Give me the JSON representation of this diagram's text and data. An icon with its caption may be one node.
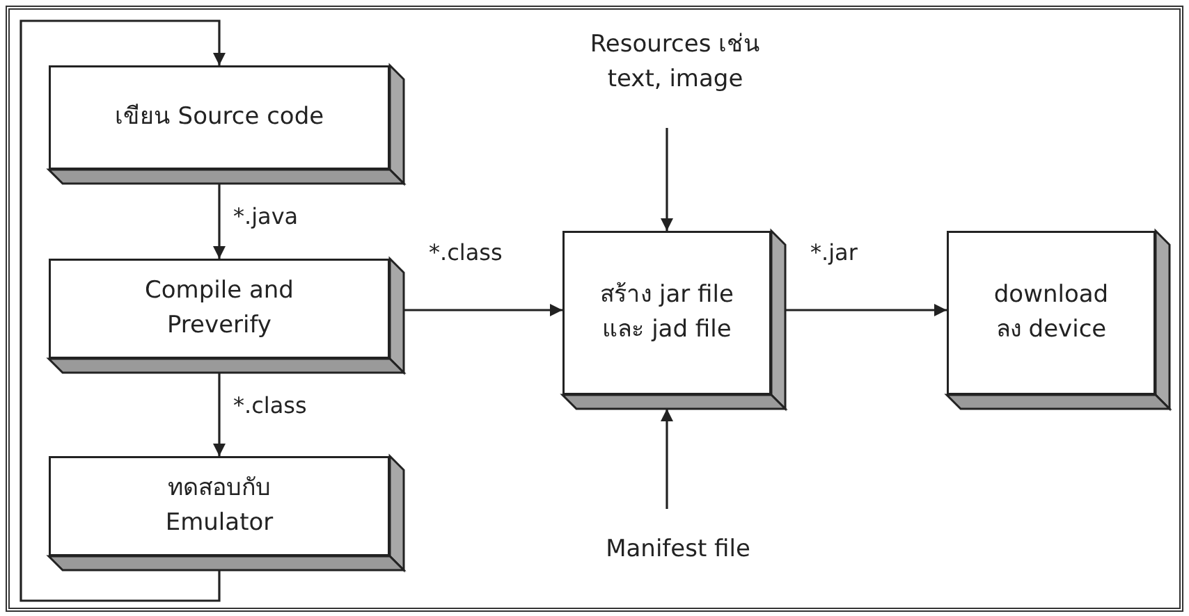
{
  "diagram": {
    "nodes": [
      {
        "text": [
          "เขียน Source code"
        ]
      },
      {
        "text": [
          "Compile and Preverify"
        ]
      },
      {
        "text": [
          "ทดสอบกับ Emulator"
        ]
      },
      {
        "text": [
          "สร้าง jar file และ jad file"
        ]
      },
      {
        "text": [
          "download ลง device"
        ]
      },
      {
        "text": [
          "Resources เช่น text, image"
        ]
      },
      {
        "text": [
          "Manifest file"
        ]
      }
    ],
    "edges": [
      {
        "from": 0,
        "to": 1,
        "arrow": "to",
        "label": "*.java"
      },
      {
        "from": 1,
        "to": 2,
        "arrow": "to",
        "label": "*.class"
      },
      {
        "from": 2,
        "to": 0,
        "arrow": "to"
      },
      {
        "from": 1,
        "to": 3,
        "arrow": "to",
        "label": "*.class"
      },
      {
        "from": 5,
        "to": 3,
        "arrow": "to"
      },
      {
        "from": 6,
        "to": 3,
        "arrow": "to"
      },
      {
        "from": 3,
        "to": 4,
        "arrow": "to",
        "label": "*.jar"
      }
    ]
  }
}
